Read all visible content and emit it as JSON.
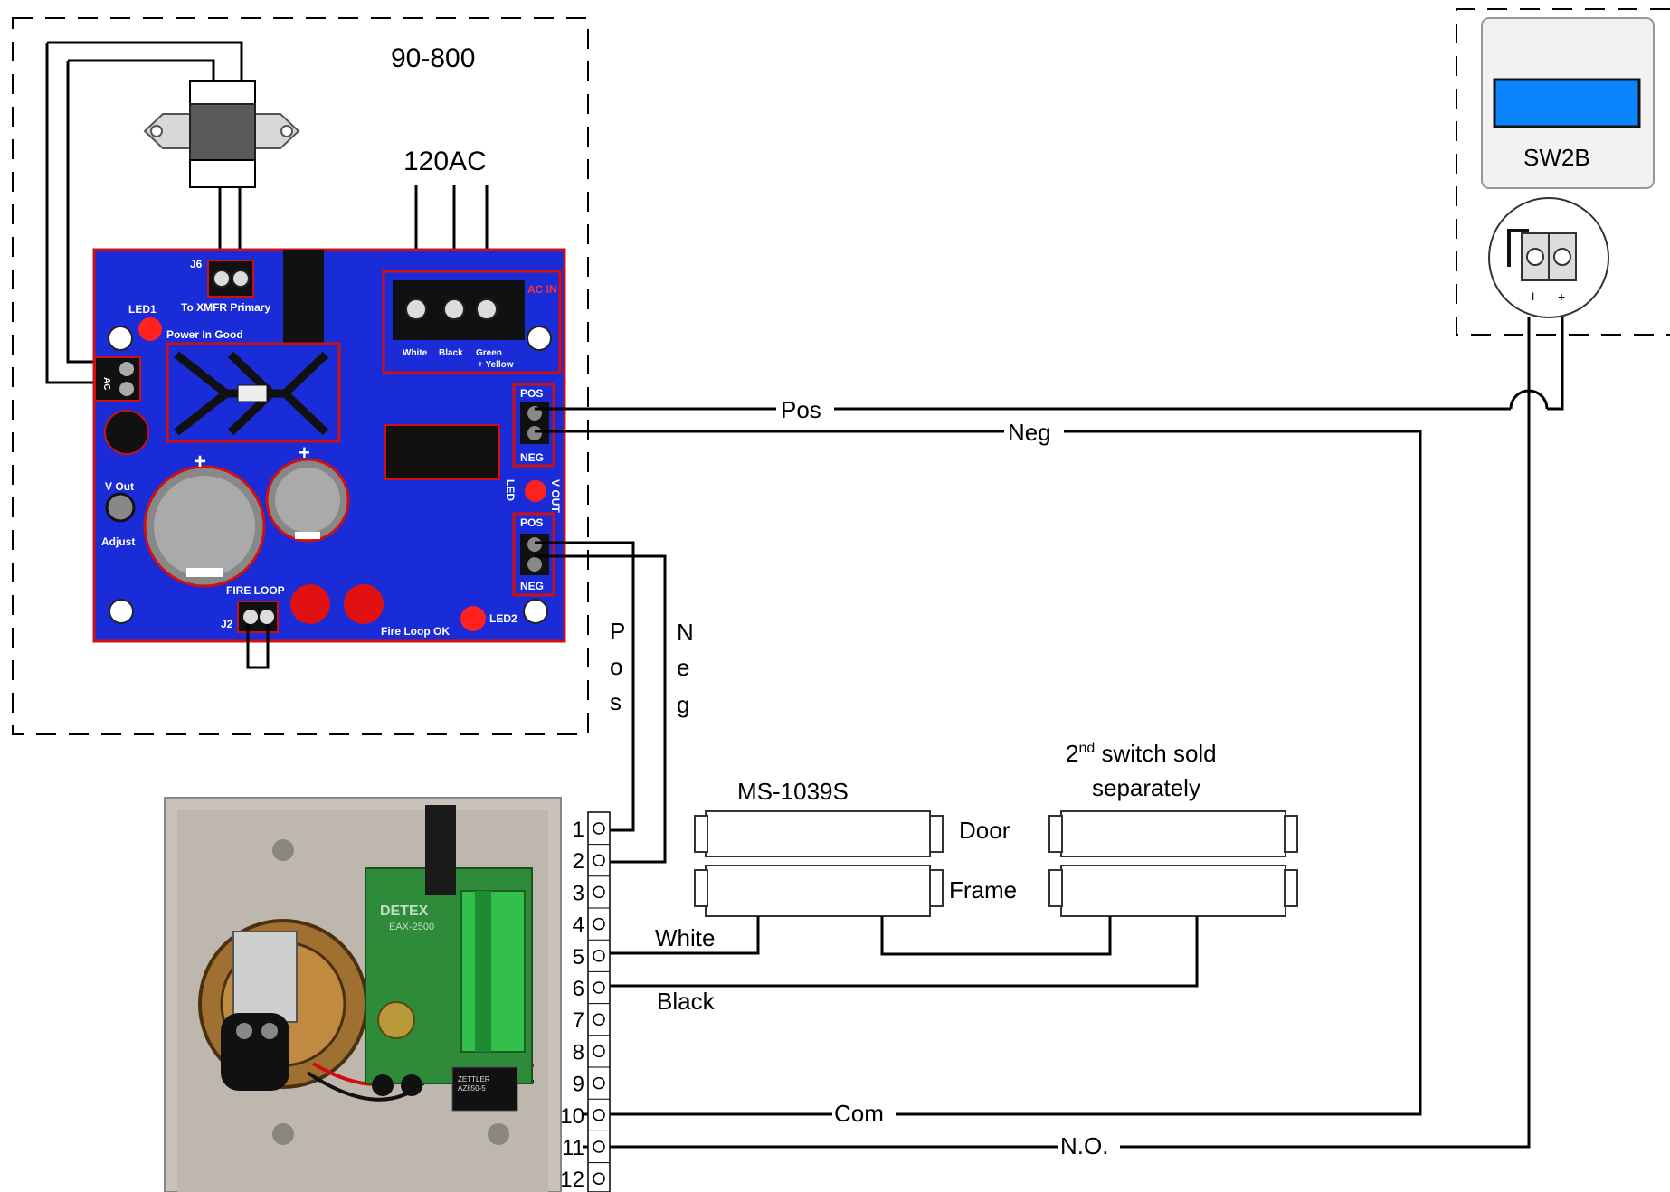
{
  "power_supply": {
    "model": "90-800",
    "ac_input_label": "120AC",
    "board": {
      "j6": "J6",
      "j6_caption": "To XMFR Primary",
      "led1": "LED1",
      "power_good": "Power In Good",
      "ac_in": "AC IN",
      "ac_terminals": [
        "White",
        "Black",
        "Green"
      ],
      "ac_terminal_note": "+ Yellow",
      "pos": "POS",
      "neg": "NEG",
      "led": "LED",
      "vout": "V OUT",
      "vout_adjust_top": "V Out",
      "vout_adjust_bottom": "Adjust",
      "fire_loop": "FIRE LOOP",
      "j2": "J2",
      "fire_loop_ok": "Fire Loop OK",
      "led2": "LED2",
      "secondary": "AC"
    }
  },
  "switch": {
    "model": "SW2B",
    "button_color": "#0a84ff",
    "terminal_labels": [
      "I",
      "+"
    ]
  },
  "wire_labels": {
    "pos_top": "Pos",
    "neg_top": "Neg",
    "pos_vertical": [
      "P",
      "o",
      "s"
    ],
    "neg_vertical": [
      "N",
      "e",
      "g"
    ],
    "com": "Com",
    "no": "N.O.",
    "white": "White",
    "black": "Black"
  },
  "door_contacts": {
    "model": "MS-1039S",
    "door": "Door",
    "frame": "Frame",
    "second_switch_line1_base": "2",
    "second_switch_line1_sup": "nd",
    "second_switch_line1_rest": " switch sold",
    "second_switch_line2": "separately"
  },
  "alarm_unit": {
    "brand": "DETEX",
    "model": "EAX-2500",
    "relay_brand": "ZETTLER",
    "relay_model": "AZ850-5",
    "terminals": [
      "1",
      "2",
      "3",
      "4",
      "5",
      "6",
      "7",
      "8",
      "9",
      "10",
      "11",
      "12"
    ]
  },
  "colors": {
    "pcb_blue": "#1a2bd8",
    "pcb_red": "#e01010",
    "pcb_green": "#2e8b3a",
    "terminal_green": "#33c04a",
    "housing": "#c8c2ba"
  }
}
